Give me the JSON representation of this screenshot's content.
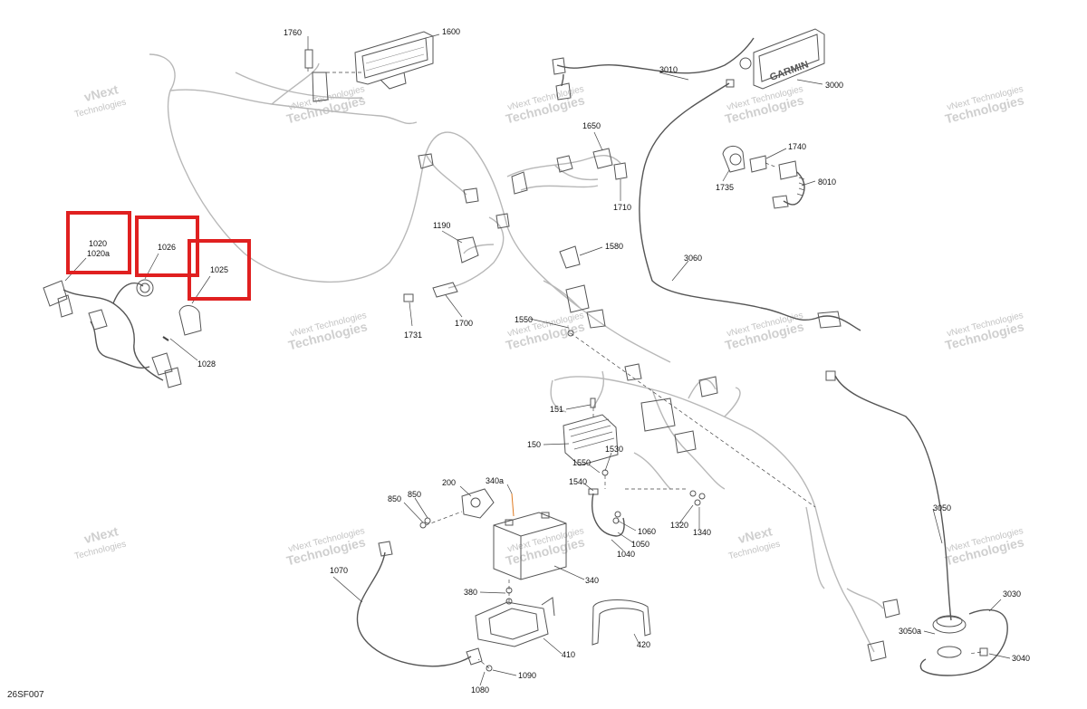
{
  "diagram": {
    "reference": "26SF007",
    "watermark_line1": "vNext",
    "watermark_line2": "Technologies",
    "watermark_line3": "vNext Technologies",
    "brand_label": "GARMIN",
    "parts": [
      {
        "id": "p1020",
        "label": "1020"
      },
      {
        "id": "p1020a",
        "label": "1020a"
      },
      {
        "id": "p1026",
        "label": "1026"
      },
      {
        "id": "p1025",
        "label": "1025"
      },
      {
        "id": "p1028",
        "label": "1028"
      },
      {
        "id": "p1760",
        "label": "1760"
      },
      {
        "id": "p1600",
        "label": "1600"
      },
      {
        "id": "p3010",
        "label": "3010"
      },
      {
        "id": "p3000",
        "label": "3000"
      },
      {
        "id": "p1650",
        "label": "1650"
      },
      {
        "id": "p1710",
        "label": "1710"
      },
      {
        "id": "p1740",
        "label": "1740"
      },
      {
        "id": "p1735",
        "label": "1735"
      },
      {
        "id": "p8010",
        "label": "8010"
      },
      {
        "id": "p1190",
        "label": "1190"
      },
      {
        "id": "p1580",
        "label": "1580"
      },
      {
        "id": "p3060",
        "label": "3060"
      },
      {
        "id": "p1731",
        "label": "1731"
      },
      {
        "id": "p1700",
        "label": "1700"
      },
      {
        "id": "p1550b",
        "label": "1550"
      },
      {
        "id": "p151",
        "label": "151"
      },
      {
        "id": "p150",
        "label": "150"
      },
      {
        "id": "p1530",
        "label": "1530"
      },
      {
        "id": "p1550",
        "label": "1550"
      },
      {
        "id": "p1540",
        "label": "1540"
      },
      {
        "id": "p200",
        "label": "200"
      },
      {
        "id": "p340a",
        "label": "340a"
      },
      {
        "id": "p850a",
        "label": "850"
      },
      {
        "id": "p850b",
        "label": "850"
      },
      {
        "id": "p1060",
        "label": "1060"
      },
      {
        "id": "p1320",
        "label": "1320"
      },
      {
        "id": "p1340",
        "label": "1340"
      },
      {
        "id": "p1050",
        "label": "1050"
      },
      {
        "id": "p1040",
        "label": "1040"
      },
      {
        "id": "p3050",
        "label": "3050"
      },
      {
        "id": "p1070",
        "label": "1070"
      },
      {
        "id": "p340",
        "label": "340"
      },
      {
        "id": "p380",
        "label": "380"
      },
      {
        "id": "p410",
        "label": "410"
      },
      {
        "id": "p420",
        "label": "420"
      },
      {
        "id": "p3030",
        "label": "3030"
      },
      {
        "id": "p3050a",
        "label": "3050a"
      },
      {
        "id": "p3040",
        "label": "3040"
      },
      {
        "id": "p1090",
        "label": "1090"
      },
      {
        "id": "p1080",
        "label": "1080"
      }
    ]
  }
}
